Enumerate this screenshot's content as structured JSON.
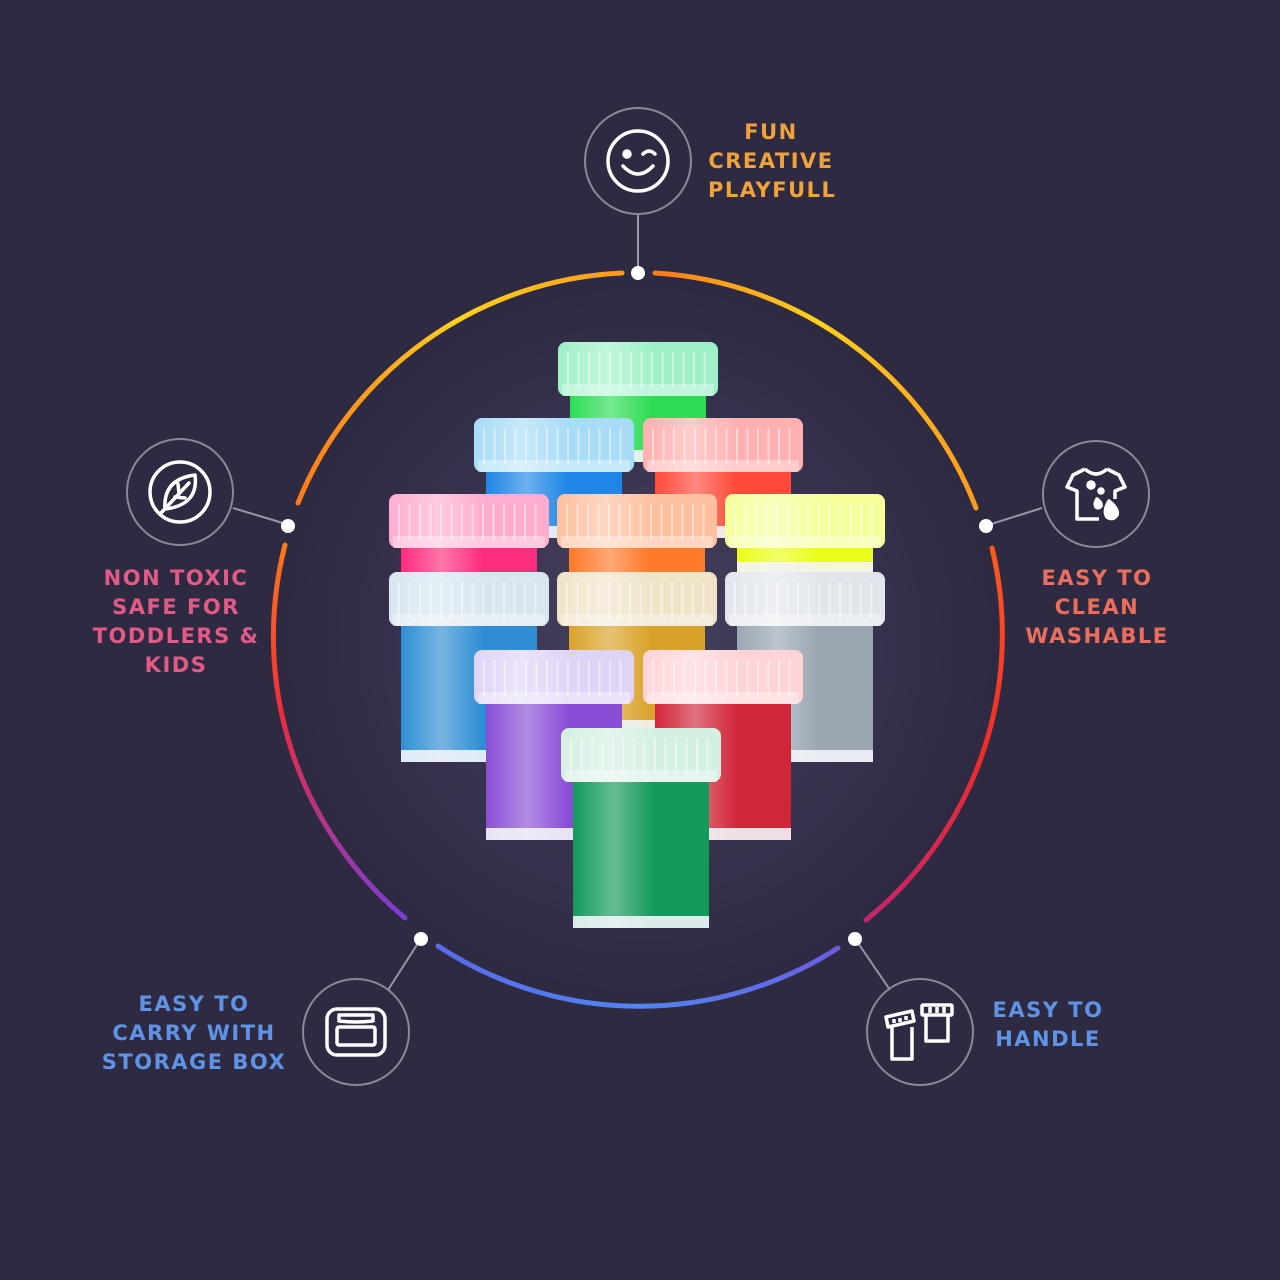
{
  "features": {
    "fun": {
      "lines": [
        "FUN",
        "CREATIVE",
        "PLAYFULL"
      ],
      "color": "#f2a23c",
      "icon": "wink-smiley-icon"
    },
    "non_toxic": {
      "lines": [
        "NON TOXIC",
        "SAFE FOR",
        "TODDLERS &",
        "KIDS"
      ],
      "color": "#e25a86",
      "icon": "leaf-icon"
    },
    "easy_clean": {
      "lines": [
        "EASY TO",
        "CLEAN",
        "WASHABLE"
      ],
      "color": "#ec6e5e",
      "icon": "stained-shirt-icon"
    },
    "easy_carry": {
      "lines": [
        "EASY TO",
        "CARRY WITH",
        "STORAGE BOX"
      ],
      "color": "#5f93e6",
      "icon": "storage-box-icon"
    },
    "easy_handle": {
      "lines": [
        "EASY TO",
        "HANDLE"
      ],
      "color": "#5f93e6",
      "icon": "paint-jars-icon"
    }
  },
  "product": {
    "jars": [
      {
        "name": "green",
        "lid": "#9ff0c8",
        "body": "#2ddc54"
      },
      {
        "name": "blue",
        "lid": "#a8dcf6",
        "body": "#1e86e6"
      },
      {
        "name": "red",
        "lid": "#ffb0b0",
        "body": "#ff4a3a"
      },
      {
        "name": "pink",
        "lid": "#ffacd0",
        "body": "#ff2d7e"
      },
      {
        "name": "orange",
        "lid": "#ffc0a0",
        "body": "#ff7a2a"
      },
      {
        "name": "yellow",
        "lid": "#f6ff9a",
        "body": "#e8ff1a"
      },
      {
        "name": "metallic-blue",
        "lid": "#d8e6f0",
        "body": "#2f8ed4"
      },
      {
        "name": "metallic-gold",
        "lid": "#f0e4c8",
        "body": "#d9a22a"
      },
      {
        "name": "metallic-silver",
        "lid": "#e2e6ec",
        "body": "#9aa6b2"
      },
      {
        "name": "metallic-purple",
        "lid": "#e0d4f6",
        "body": "#8a4ed6"
      },
      {
        "name": "metallic-red",
        "lid": "#ffd4d8",
        "body": "#d0263a"
      },
      {
        "name": "metallic-green",
        "lid": "#d4f0e2",
        "body": "#139a5a"
      }
    ]
  },
  "ring_colors": {
    "top": "#ffd21e",
    "right": "#ee2b2b",
    "bottom": "#4f86f0",
    "left": "#ff7a1a"
  }
}
